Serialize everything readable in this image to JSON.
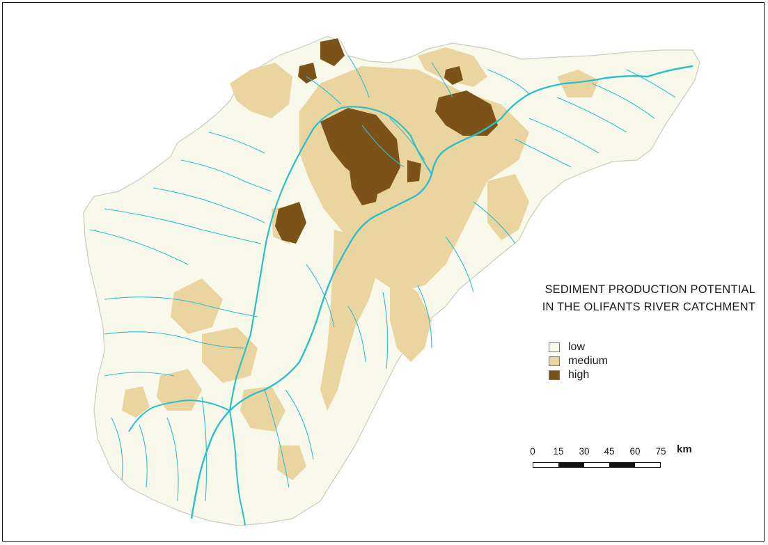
{
  "map": {
    "title_line1": "SEDIMENT PRODUCTION POTENTIAL",
    "title_line2": "IN THE OLIFANTS RIVER CATCHMENT"
  },
  "legend": {
    "items": [
      {
        "label": "low",
        "color": "#f8f9ea"
      },
      {
        "label": "medium",
        "color": "#ead4a0"
      },
      {
        "label": "high",
        "color": "#7b5218"
      }
    ]
  },
  "scale_bar": {
    "ticks": [
      "0",
      "15",
      "30",
      "45",
      "60",
      "75"
    ],
    "unit": "km"
  },
  "colors": {
    "river": "#2bbfcc",
    "catchment_low": "#f8f9ea",
    "catchment_outline": "#c9ccbd",
    "medium": "#ead4a0",
    "high": "#7b5218"
  }
}
